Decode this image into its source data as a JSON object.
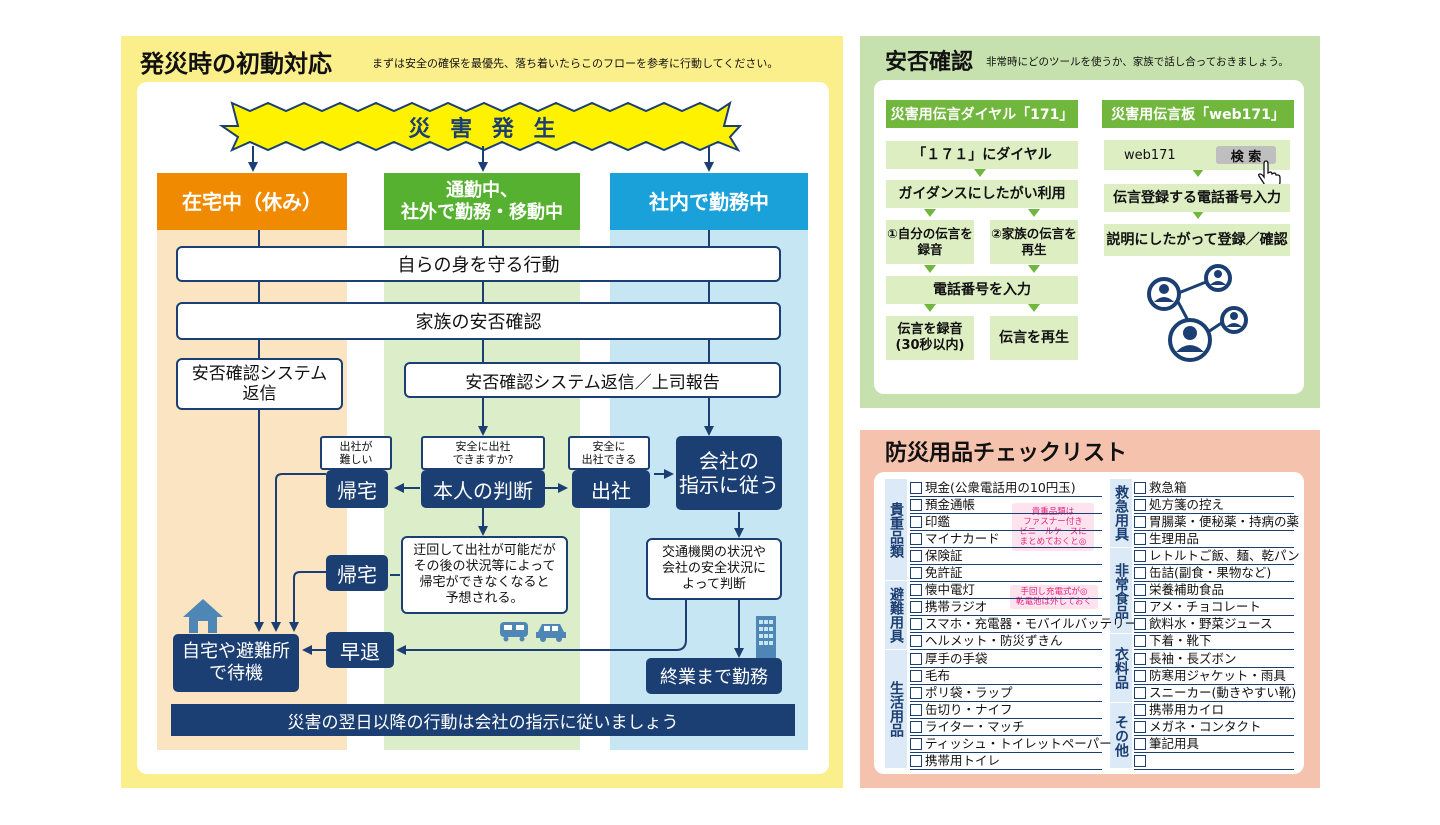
{
  "flow": {
    "title": "発災時の初動対応",
    "subtitle": "まずは安全の確保を最優先、落ち着いたらこのフローを参考に行動してください。",
    "disaster": "災 害 発 生",
    "columns": [
      "在宅中（休み）",
      "通勤中、\n社外で勤務・移動中",
      "社内で勤務中"
    ],
    "self_protect": "自らの身を守る行動",
    "family_check": "家族の安否確認",
    "system_reply_home": "安否確認システム\n返信",
    "system_reply_report": "安否確認システム返信／上司報告",
    "q_hard": "出社が\n難しい",
    "q_safe": "安全に出社\nできますか?",
    "q_can": "安全に\n出社できる",
    "go_home": "帰宅",
    "judge": "本人の判断",
    "go_work": "出社",
    "follow_company": "会社の\n指示に従う",
    "detour_note": "迂回して出社が可能だが\nその後の状況等によって\n帰宅ができなくなると\n予想される。",
    "transport_note": "交通機関の状況や\n会社の安全状況に\nよって判断",
    "go_home2": "帰宅",
    "leave_early": "早退",
    "wait_home": "自宅や避難所\nで待機",
    "work_until_end": "終業まで勤務",
    "next_day": "災害の翌日以降の行動は会社の指示に従いましょう"
  },
  "safety": {
    "title": "安否確認",
    "subtitle": "非常時にどのツールを使うか、家族で話し合っておきましょう。",
    "dial_head": "災害用伝言ダイヤル「171」",
    "web_head": "災害用伝言板「web171」",
    "dial_steps": [
      "「１７１」にダイヤル",
      "ガイダンスにしたがい利用",
      "①自分の伝言を\n録音",
      "②家族の伝言を\n再生",
      "電話番号を入力",
      "伝言を録音\n(30秒以内)",
      "伝言を再生"
    ],
    "web_input": "web171",
    "web_search": "検 索",
    "web_steps": [
      "伝言登録する電話番号入力",
      "説明にしたがって登録／確認"
    ]
  },
  "checklist": {
    "title": "防災用品チェックリスト",
    "left": [
      {
        "cat": "貴重品類",
        "items": [
          "現金(公衆電話用の10円玉)",
          "預金通帳",
          "印鑑",
          "マイナカード",
          "保険証",
          "免許証"
        ],
        "note": "貴重品類は\nファスナー付き\nビニールケースに\nまとめておくと◎"
      },
      {
        "cat": "避難用具",
        "items": [
          "懐中電灯",
          "携帯ラジオ",
          "スマホ・充電器・モバイルバッテリー",
          "ヘルメット・防災ずきん"
        ],
        "note": "手回し充電式が◎\n乾電池は外しておく"
      },
      {
        "cat": "生活用品",
        "items": [
          "厚手の手袋",
          "毛布",
          "ポリ袋・ラップ",
          "缶切り・ナイフ",
          "ライター・マッチ",
          "ティッシュ・トイレットペーパー",
          "携帯用トイレ"
        ]
      }
    ],
    "right": [
      {
        "cat": "救急用具",
        "items": [
          "救急箱",
          "処方箋の控え",
          "胃腸薬・便秘薬・持病の薬",
          "生理用品"
        ]
      },
      {
        "cat": "非常食品",
        "items": [
          "レトルトご飯、麺、乾パン",
          "缶詰(副食・果物など)",
          "栄養補助食品",
          "アメ・チョコレート",
          "飲料水・野菜ジュース"
        ]
      },
      {
        "cat": "衣料品",
        "items": [
          "下着・靴下",
          "長袖・長ズボン",
          "防寒用ジャケット・雨具",
          "スニーカー(動きやすい靴)"
        ]
      },
      {
        "cat": "その他",
        "items": [
          "携帯用カイロ",
          "メガネ・コンタクト",
          "筆記用具",
          ""
        ]
      }
    ]
  },
  "colors": {
    "navy": "#1b3f73",
    "orange": "#f08a00",
    "green": "#57b131",
    "cyan": "#1ba1d9",
    "yellow_bg": "#fbef8c",
    "green_bg": "#c6e1ae",
    "pink_bg": "#f5c2ad"
  },
  "icons": [
    "house-icon",
    "train-icon",
    "car-icon",
    "building-icon",
    "cursor-hand-icon",
    "people-network-icon"
  ]
}
